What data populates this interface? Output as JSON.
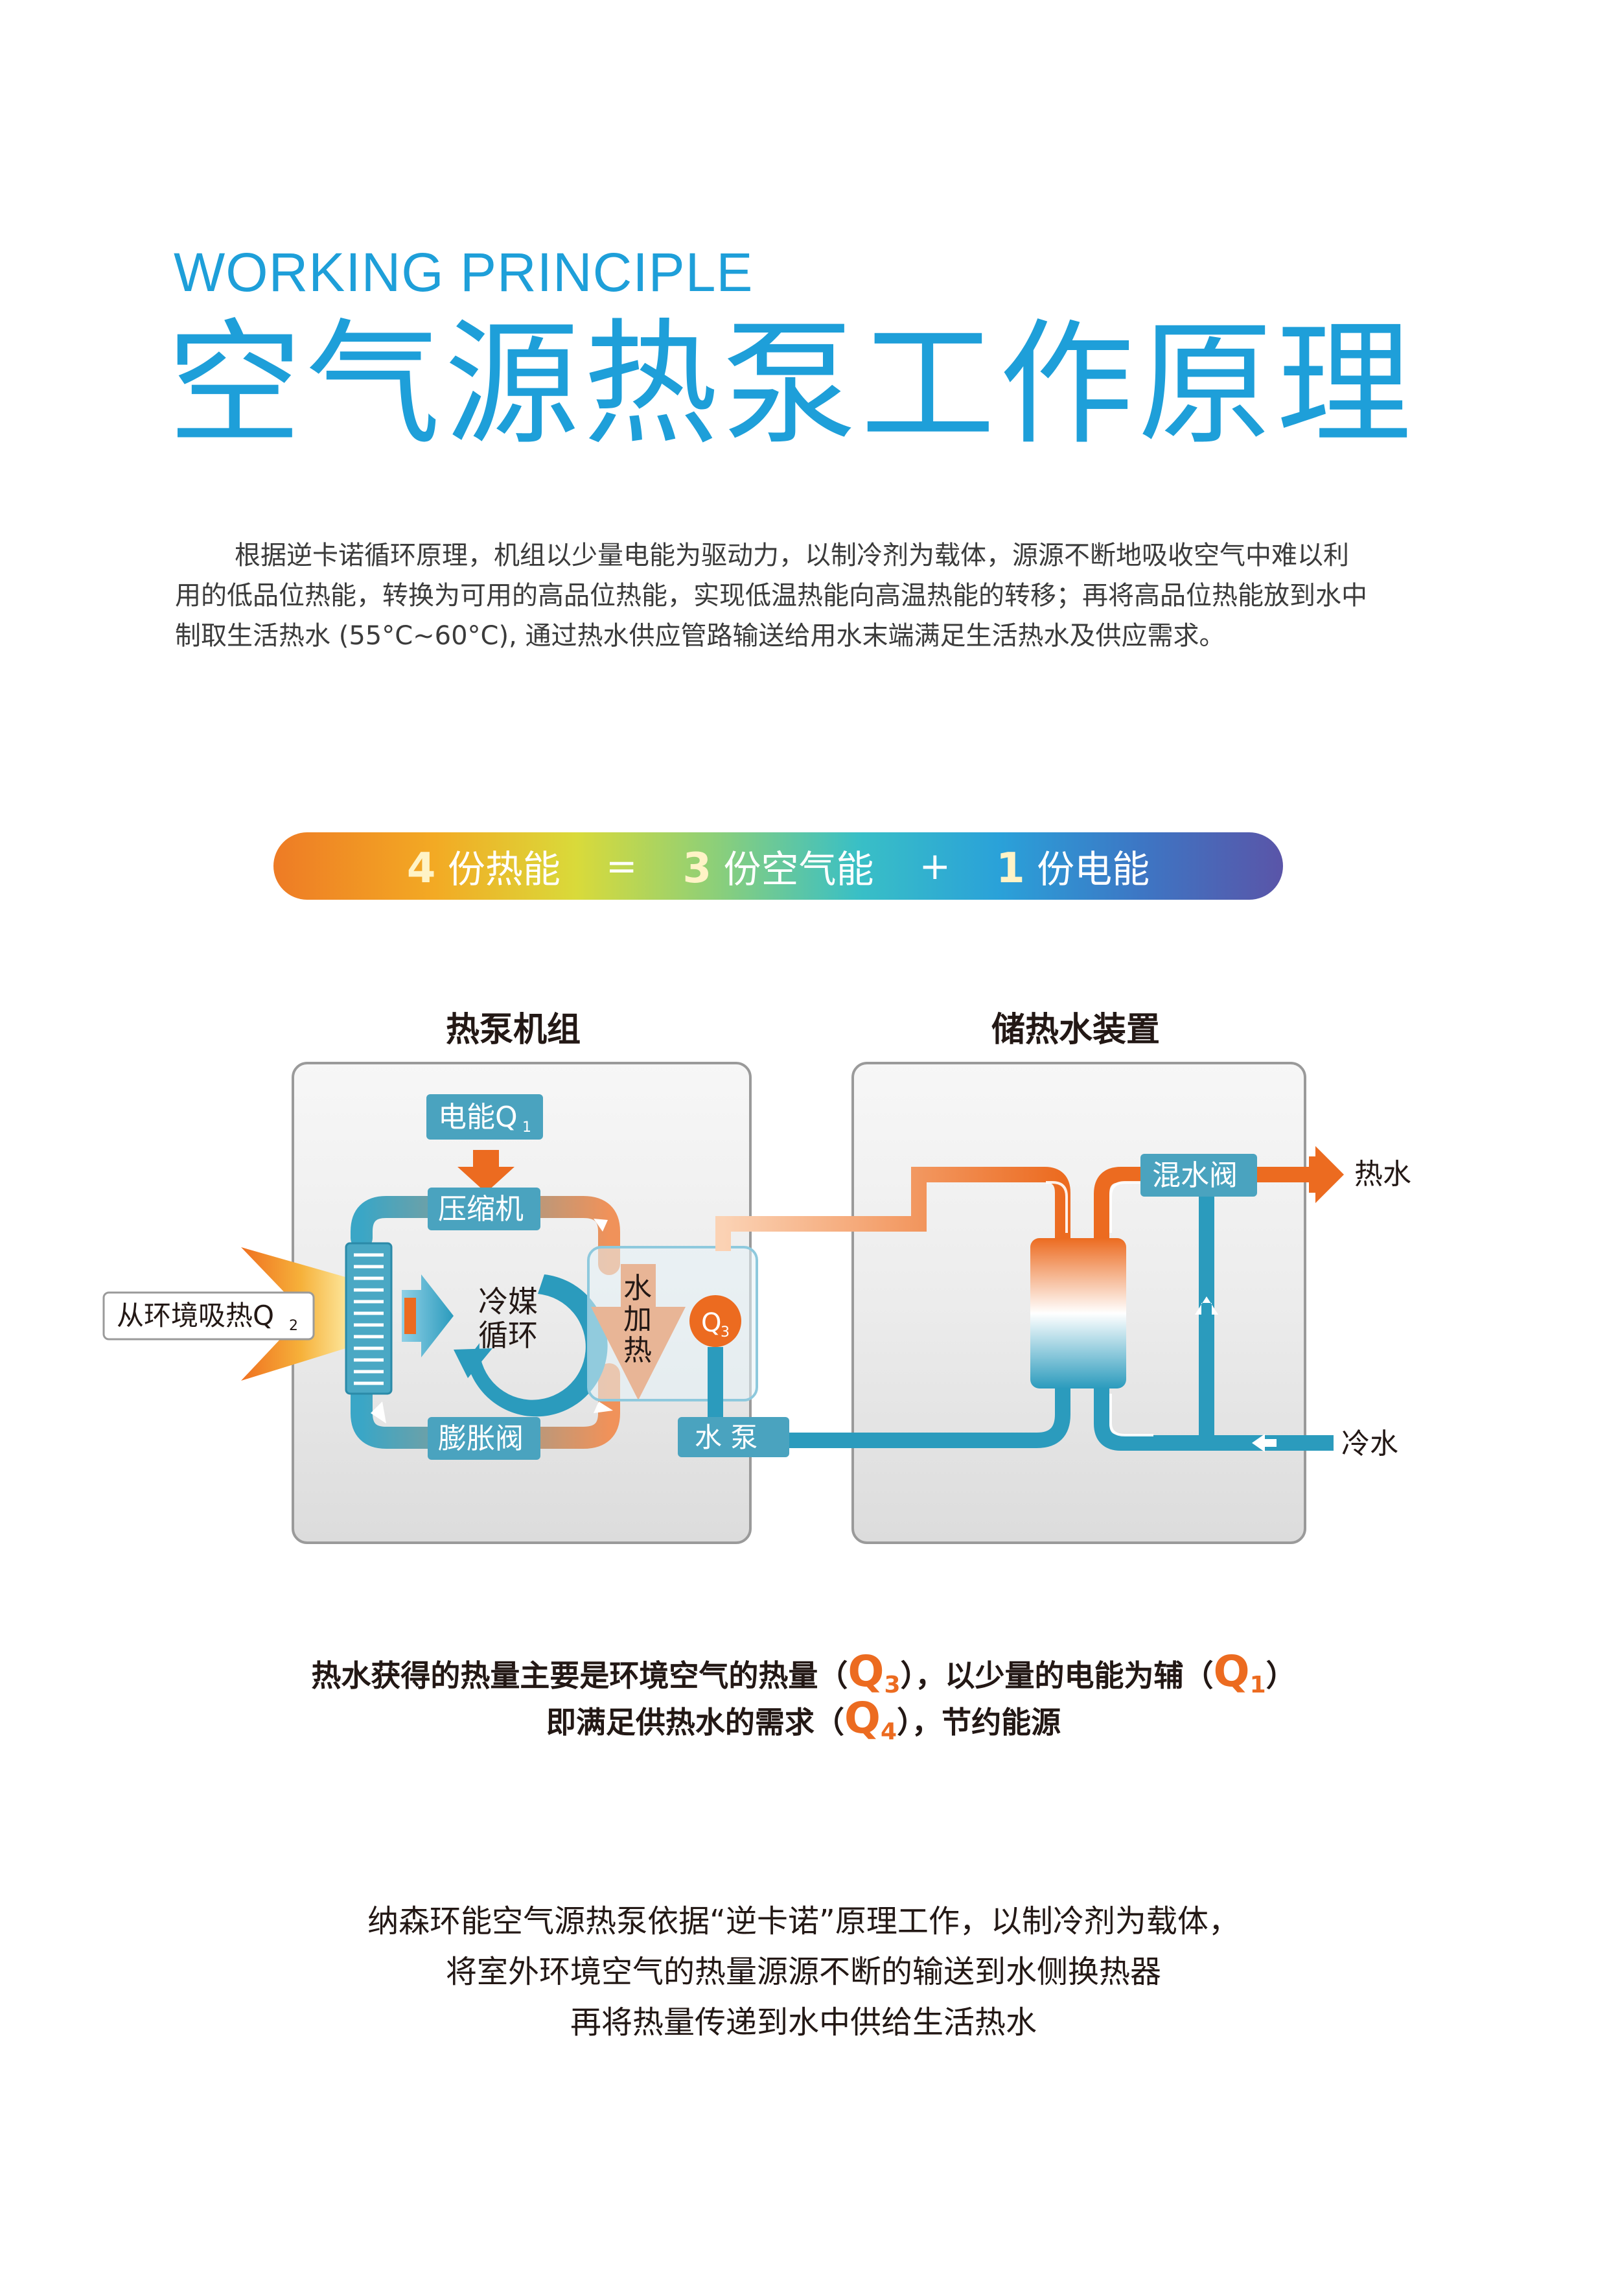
{
  "header": {
    "subtitle_en": "WORKING PRINCIPLE",
    "title_cn": "空气源热泵工作原理"
  },
  "intro": {
    "text": "根据逆卡诺循环原理，机组以少量电能为驱动力，以制冷剂为载体，源源不断地吸收空气中难以利用的低品位热能，转换为可用的高品位热能，实现低温热能向高温热能的转移；再将高品位热能放到水中制取生活热水 (55°C~60°C), 通过热水供应管路输送给用水末端满足生活热水及供应需求。"
  },
  "formula": {
    "part1_num": "4",
    "part1_label": "份热能",
    "equals": "=",
    "part2_num": "3",
    "part2_label": "份空气能",
    "plus": "+",
    "part3_num": "1",
    "part3_label": "份电能"
  },
  "diagram": {
    "heat_pump_title": "热泵机组",
    "storage_title": "储热水装置",
    "electric_label": "电能Q",
    "electric_sub": "1",
    "compressor_label": "压缩机",
    "refrigerant_line1": "冷媒",
    "refrigerant_line2": "循环",
    "expansion_valve_label": "膨胀阀",
    "water_heating_chars": [
      "水",
      "加",
      "热"
    ],
    "q3_label": "Q",
    "q3_sub": "3",
    "ambient_label": "从环境吸热Q",
    "ambient_sub": "2",
    "water_pump_label": "水 泵",
    "mixing_valve_label": "混水阀",
    "hot_water_label": "热水",
    "cold_water_label": "冷水",
    "colors": {
      "orange": "#ec6b20",
      "blue": "#2b9bbd",
      "label_bg": "#4aa3bf"
    }
  },
  "caption": {
    "line1_a": "热水获得的热量主要是环境空气的热量（",
    "line1_q3": "Q",
    "line1_q3_sub": "3",
    "line1_b": "），以少量的电能为辅（",
    "line1_q1": "Q",
    "line1_q1_sub": "1",
    "line1_c": "）",
    "line2_a": "即满足供热水的需求（",
    "line2_q4": "Q",
    "line2_q4_sub": "4",
    "line2_b": "），节约能源"
  },
  "summary": {
    "line1": "纳森环能空气源热泵依据“逆卡诺”原理工作，以制冷剂为载体，",
    "line2": "将室外环境空气的热量源源不断的输送到水侧换热器",
    "line3": "再将热量传递到水中供给生活热水"
  }
}
